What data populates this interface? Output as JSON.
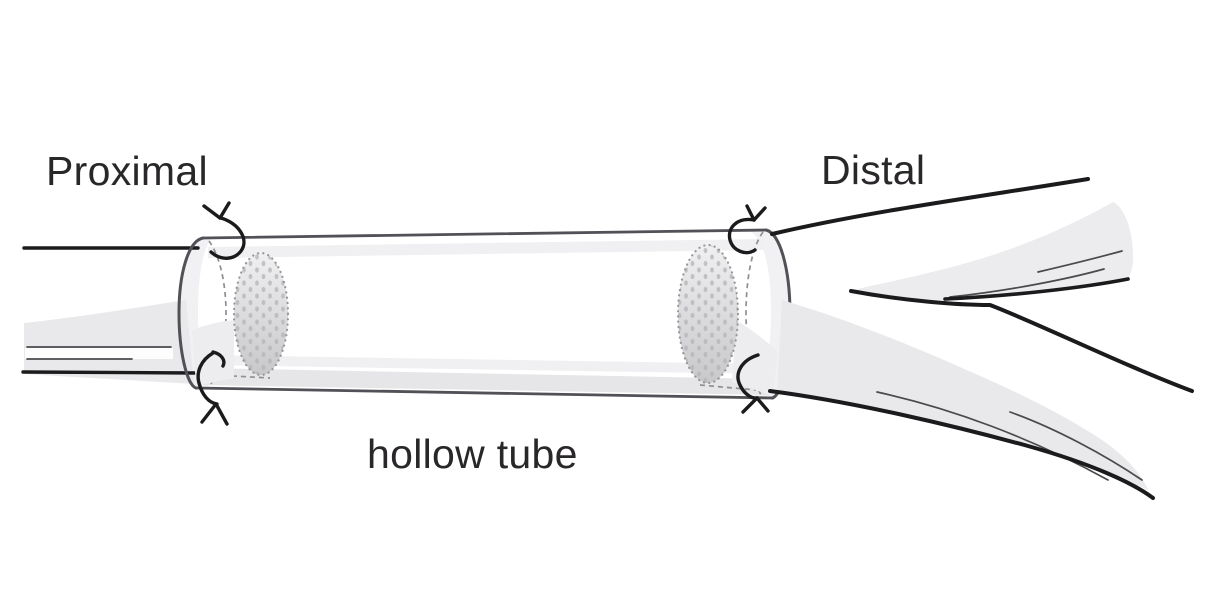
{
  "labels": {
    "proximal": "Proximal",
    "distal": "Distal",
    "hollow_tube": "hollow tube"
  },
  "colors": {
    "background": "#ffffff",
    "ink": "#1b1b1d",
    "tube_outline": "#515157",
    "nerve_fill": "#e9e9eb",
    "stump_fill_light": "#f0f0f1",
    "stump_fill_dark": "#c8c8cb",
    "stump_dots": "#b4b4b8",
    "stump_border": "#97979b",
    "detail_line": "#4a4a4e",
    "text": "#292729"
  }
}
